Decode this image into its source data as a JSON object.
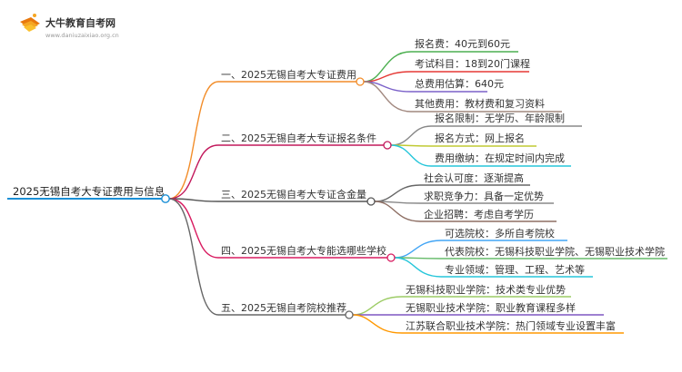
{
  "brand": {
    "name": "大牛教育自考网",
    "url": "www.daniuzaixiao.org.cn",
    "colors": {
      "book": "#f5a623",
      "pages": "#e8780d"
    }
  },
  "root": {
    "label": "2025无锡自考大专证费用与信息",
    "color": "#1a8fd6"
  },
  "branches": [
    {
      "label": "一、2025无锡自考大专证费用",
      "color": "#f28c28",
      "children": [
        {
          "label": "报名费：40元到60元",
          "color": "#4caf50"
        },
        {
          "label": "考试科目：18到20门课程",
          "color": "#e53935"
        },
        {
          "label": "总费用估算：640元",
          "color": "#7b61c9"
        },
        {
          "label": "其他费用：教材费和复习资料",
          "color": "#a1887f"
        }
      ]
    },
    {
      "label": "二、2025无锡自考大专证报名条件",
      "color": "#c2185b",
      "children": [
        {
          "label": "报名限制：无学历、年龄限制",
          "color": "#888888"
        },
        {
          "label": "报名方式：网上报名",
          "color": "#c0ca33"
        },
        {
          "label": "费用缴纳：在规定时间内完成",
          "color": "#26c6da"
        }
      ]
    },
    {
      "label": "三、2025无锡自考大专证含金量",
      "color": "#555555",
      "children": [
        {
          "label": "社会认可度：逐渐提高",
          "color": "#666666"
        },
        {
          "label": "求职竞争力：具备一定优势",
          "color": "#888888"
        },
        {
          "label": "企业招聘：考虑自考学历",
          "color": "#8d6e63"
        }
      ]
    },
    {
      "label": "四、2025无锡自考大专能选哪些学校",
      "color": "#d81b60",
      "children": [
        {
          "label": "可选院校：多所自考院校",
          "color": "#42a5f5"
        },
        {
          "label": "代表院校：无锡科技职业学院、无锡职业技术学院",
          "color": "#66bb6a"
        },
        {
          "label": "专业领域：管理、工程、艺术等",
          "color": "#26c6da"
        }
      ]
    },
    {
      "label": "五、2025无锡自考院校推荐",
      "color": "#666666",
      "children": [
        {
          "label": "无锡科技职业学院：技术类专业优势",
          "color": "#9ccc65"
        },
        {
          "label": "无锡职业技术学院：职业教育课程多样",
          "color": "#7e57c2"
        },
        {
          "label": "江苏联合职业技术学院：热门领域专业设置丰富",
          "color": "#ff9800"
        }
      ]
    }
  ]
}
